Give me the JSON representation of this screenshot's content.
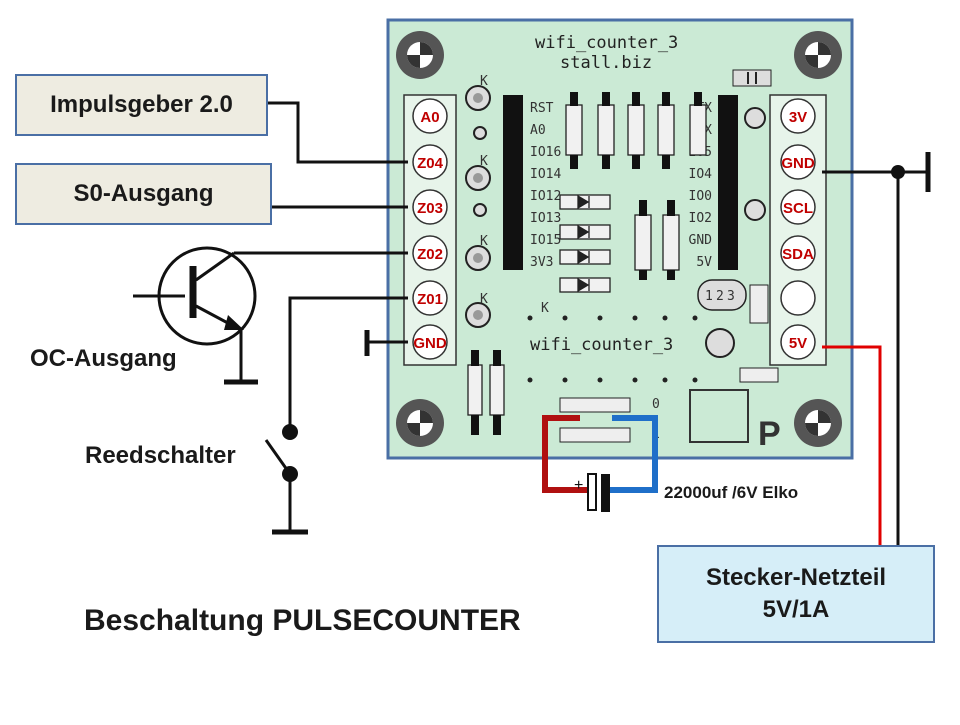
{
  "labels": {
    "impulsgeber": "Impulsgeber 2.0",
    "s0_ausgang": "S0-Ausgang",
    "oc_ausgang": "OC-Ausgang",
    "reedschalter": "Reedschalter",
    "elko": "22000uf /6V  Elko",
    "netzteil_line1": "Stecker-Netzteil",
    "netzteil_line2": "5V/1A",
    "title": "Beschaltung PULSECOUNTER"
  },
  "board": {
    "name_top": "wifi_counter_3",
    "url": "stall.biz",
    "name_bottom": "wifi_counter_3",
    "left_pins": [
      "A0",
      "Z04",
      "Z03",
      "Z02",
      "Z01",
      "GND"
    ],
    "right_pins": [
      "3V",
      "GND",
      "SCL",
      "SDA",
      "",
      "5V"
    ],
    "silk_left": [
      "RST",
      "A0",
      "IO16",
      "IO14",
      "IO12",
      "IO13",
      "IO15",
      "3V3"
    ],
    "silk_right": [
      "TX",
      "RX",
      "IO5",
      "IO4",
      "IO0",
      "IO2",
      "GND",
      "5V"
    ],
    "led_marks": [
      "K",
      "K",
      "K",
      "K"
    ],
    "k_label": "K",
    "cap_pins": [
      "0",
      "1"
    ],
    "plus_sign": "+",
    "reg_pins": [
      "1",
      "2",
      "3"
    ],
    "p_mark": "P"
  },
  "colors": {
    "board_fill": "#cbead5",
    "board_border": "#4a6fa5",
    "pin_label": "#c00000",
    "box_fill": "#eeece1",
    "box_border": "#4a6fa5",
    "psu_fill": "#d6eef8",
    "wire_red": "#e00000",
    "wire_blue": "#1f6fc9",
    "wire_darkred": "#b01010"
  }
}
